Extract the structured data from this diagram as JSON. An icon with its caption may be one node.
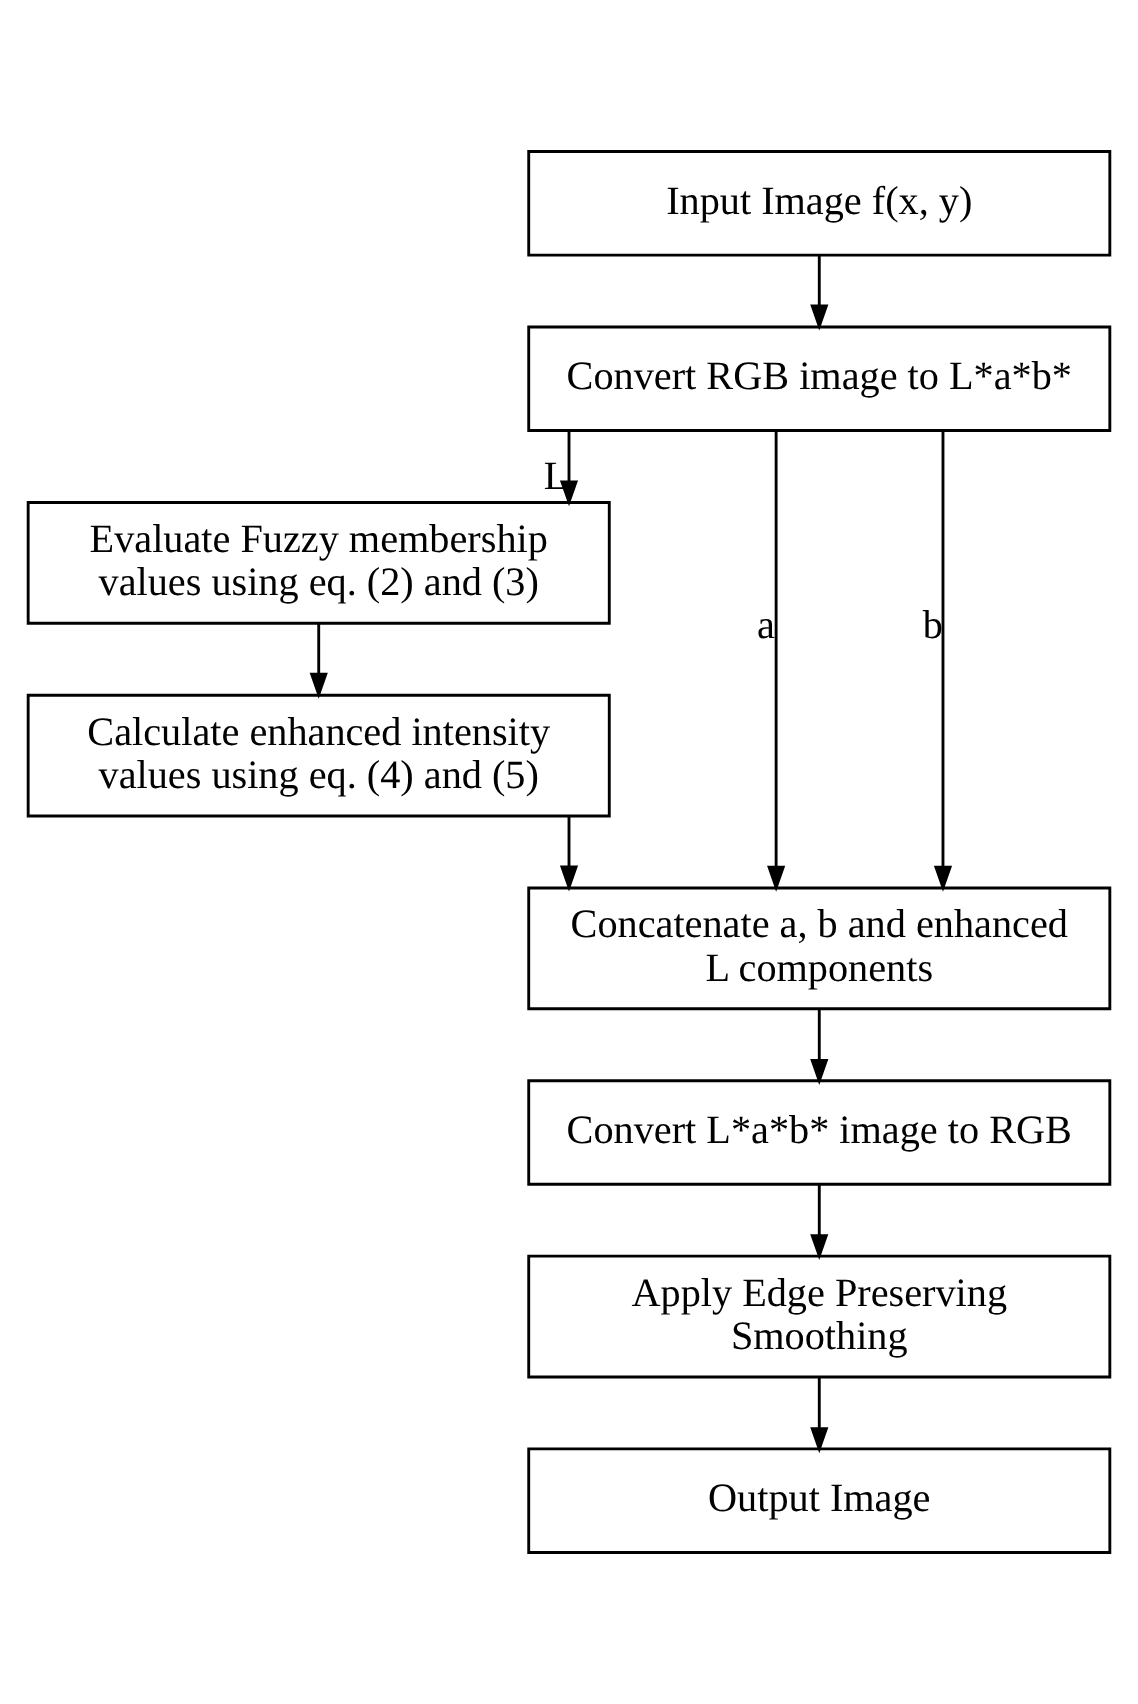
{
  "diagram": {
    "nodes": [
      {
        "text": [
          "Input Image f(x, y)"
        ]
      },
      {
        "text": [
          "Convert RGB image to L*a*b*"
        ]
      },
      {
        "text": [
          "Evaluate Fuzzy membership values using eq. (2) and (3)"
        ]
      },
      {
        "text": [
          "Calculate enhanced intensity values using eq. (4) and (5)"
        ]
      },
      {
        "text": [
          "Concatenate a, b and enhanced L components"
        ]
      },
      {
        "text": [
          "Convert L*a*b* image to RGB"
        ]
      },
      {
        "text": [
          "Apply Edge Preserving Smoothing"
        ]
      },
      {
        "text": [
          "Output Image"
        ]
      }
    ],
    "edges": [
      {
        "from": 0,
        "to": 1,
        "arrow": "to"
      },
      {
        "from": 1,
        "to": 2,
        "arrow": "to",
        "label": "L"
      },
      {
        "from": 2,
        "to": 3,
        "arrow": "to"
      },
      {
        "from": 3,
        "to": 4,
        "arrow": "to"
      },
      {
        "from": 1,
        "to": 4,
        "arrow": "to",
        "label": "a"
      },
      {
        "from": 1,
        "to": 4,
        "arrow": "to",
        "label": "b"
      },
      {
        "from": 4,
        "to": 5,
        "arrow": "to"
      },
      {
        "from": 5,
        "to": 6,
        "arrow": "to"
      },
      {
        "from": 6,
        "to": 7,
        "arrow": "to"
      }
    ]
  }
}
